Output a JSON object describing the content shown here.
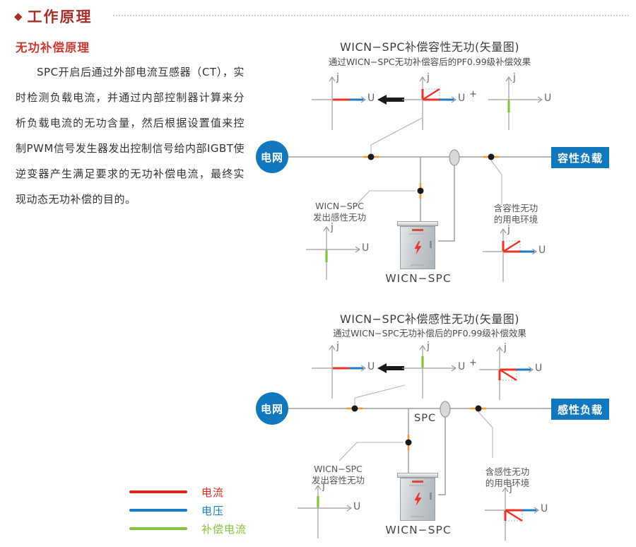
{
  "header": {
    "title": "工作原理"
  },
  "intro": {
    "subtitle": "无功补偿原理",
    "paragraph": "SPC开启后通过外部电流互感器（CT），实时检测负载电流，并通过内部控制器计算来分析负载电流的无功含量，然后根据设置值来控制PWM信号发生器发出控制信号给内部IGBT使逆变器产生满足要求的无功补偿电流，最终实现动态无功补偿的目的。"
  },
  "axis": {
    "j": "j",
    "u": "U",
    "plus": "+"
  },
  "colors": {
    "header_red": "#a5302a",
    "subtitle_red": "#c23b31",
    "brand_blue": "#1278be",
    "current_red": "#d6261f",
    "voltage_blue": "#1b7dc0",
    "compensation_green": "#84c33e",
    "ct_orange": "#f59a23"
  },
  "diagram_capacitive": {
    "title": "WICN−SPC补偿容性无功(矢量图)",
    "subtitle": "通过WICN−SPC无功补偿容后的PF0.99级补偿效果",
    "grid_label": "电网",
    "load_label": "容性负载",
    "device_label": "WICN−SPC",
    "emit_label_line1": "WICN−SPC",
    "emit_label_line2": "发出感性无功",
    "env_label_line1": "含容性无功",
    "env_label_line2": "的用电环境"
  },
  "diagram_inductive": {
    "title": "WICN−SPC补偿感性无功(矢量图)",
    "subtitle": "通过WICN−SPC无功补偿后的PF0.99级补偿效果",
    "grid_label": "电网",
    "load_label": "感性负载",
    "device_label": "WICN−SPC",
    "spc_label": "SPC",
    "emit_label_line1": "WICN−SPC",
    "emit_label_line2": "发出容性无功",
    "env_label_line1": "含感性无功",
    "env_label_line2": "的用电环境"
  },
  "legend": [
    {
      "label": "电流",
      "color": "#d6261f"
    },
    {
      "label": "电压",
      "color": "#1b7dc0"
    },
    {
      "label": "补偿电流",
      "color": "#84c33e"
    }
  ]
}
